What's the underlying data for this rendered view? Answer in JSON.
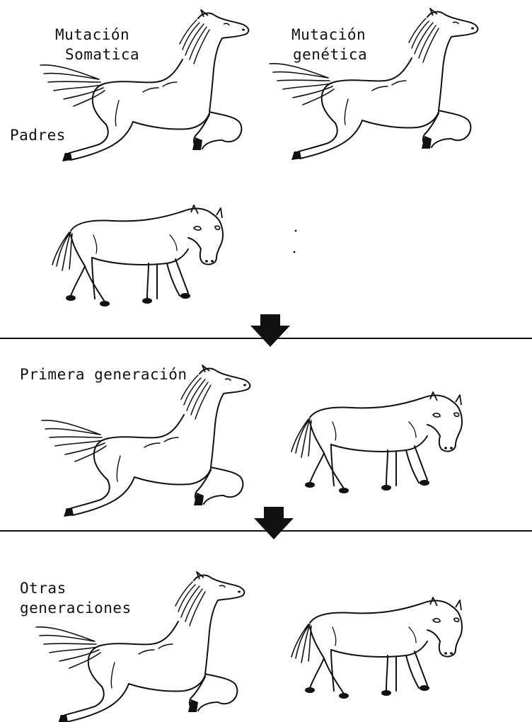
{
  "labels": {
    "mutacion_somatica_line1": "Mutación",
    "mutacion_somatica_line2": "Somatica",
    "mutacion_genetica_line1": "Mutación",
    "mutacion_genetica_line2": "genética",
    "padres": "Padres",
    "primera_generacion": "Primera generación",
    "otras_generaciones_line1": "Otras",
    "otras_generaciones_line2": "generaciones"
  },
  "colors": {
    "ink": "#111111",
    "background": "#ffffff"
  },
  "icons": [
    "leaping-horse",
    "standing-pony",
    "down-arrow"
  ]
}
